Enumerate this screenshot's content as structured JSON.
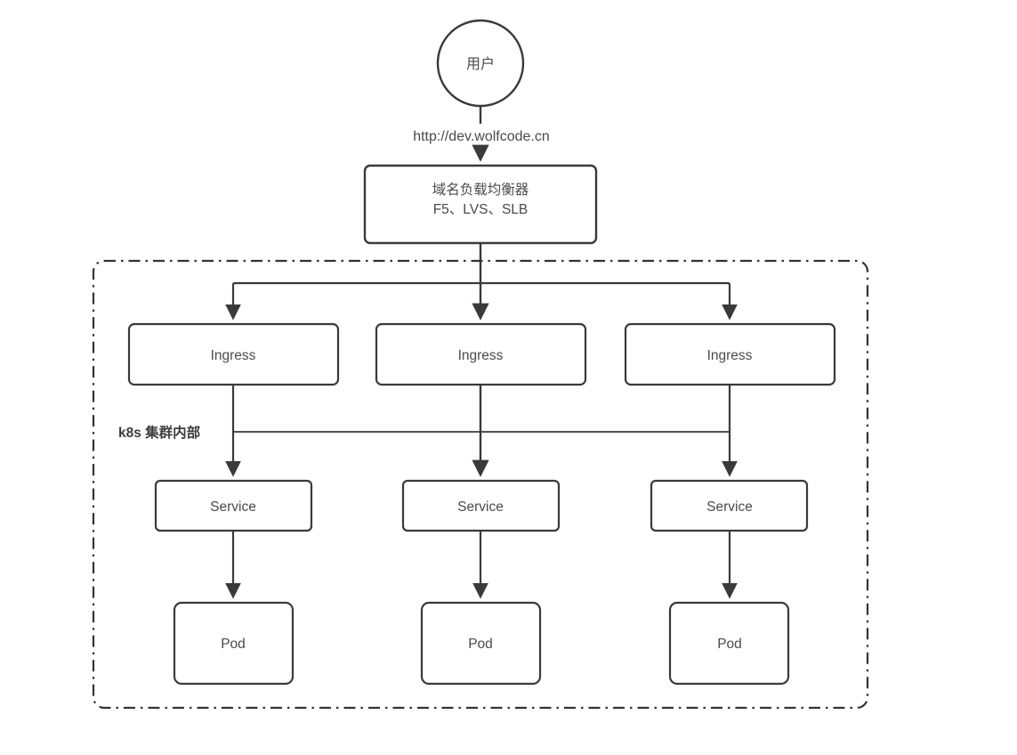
{
  "diagram": {
    "title_semantic": "kubernetes-ingress-architecture",
    "user": {
      "label": "用户"
    },
    "request_url": "http://dev.wolfcode.cn",
    "load_balancer": {
      "line1": "域名负载均衡器",
      "line2": "F5、LVS、SLB"
    },
    "cluster": {
      "label": "k8s 集群内部"
    },
    "ingress": [
      "Ingress",
      "Ingress",
      "Ingress"
    ],
    "service": [
      "Service",
      "Service",
      "Service"
    ],
    "pod": [
      "Pod",
      "Pod",
      "Pod"
    ],
    "colors": {
      "line": "#3a3a3a",
      "text": "#4a4a4a",
      "background": "#ffffff"
    }
  }
}
